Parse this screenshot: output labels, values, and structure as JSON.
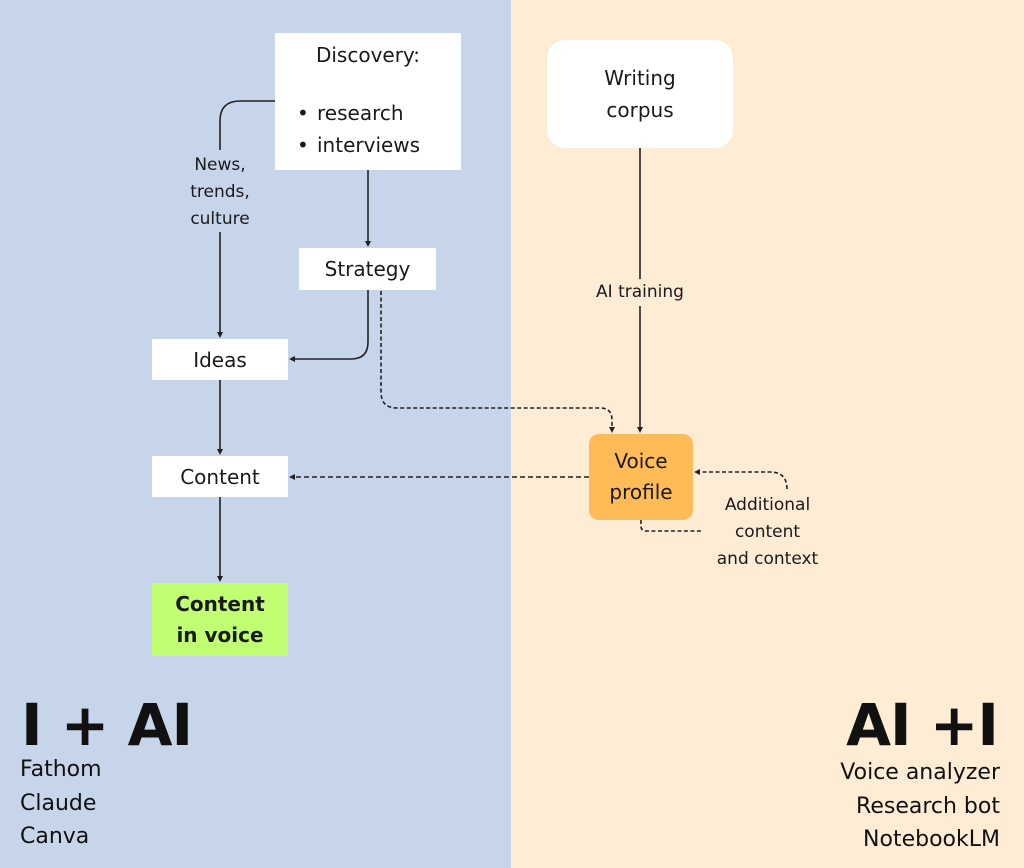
{
  "colors": {
    "left_panel_bg": "#c6d5ea",
    "right_panel_bg": "#feecd5",
    "box_bg": "#ffffff",
    "content_in_voice_bg": "#c0ff72",
    "voice_profile_bg": "#ffbb57",
    "line_color": "#222222"
  },
  "nodes": {
    "discovery": {
      "title": "Discovery:",
      "items": [
        "research",
        "interviews"
      ]
    },
    "strategy": "Strategy",
    "ideas": "Ideas",
    "content": "Content",
    "content_in_voice": [
      "Content",
      "in voice"
    ],
    "writing_corpus": [
      "Writing",
      "corpus"
    ],
    "voice_profile": [
      "Voice",
      "profile"
    ]
  },
  "edge_labels": {
    "news": [
      "News,",
      "trends,",
      "culture"
    ],
    "ai_training": "AI training",
    "additional": [
      "Additional",
      "content",
      "and context"
    ]
  },
  "left_section": {
    "title": "I + AI",
    "tools": [
      "Fathom",
      "Claude",
      "Canva"
    ]
  },
  "right_section": {
    "title": "AI +I",
    "tools": [
      "Voice analyzer",
      "Research bot",
      "NotebookLM"
    ]
  }
}
